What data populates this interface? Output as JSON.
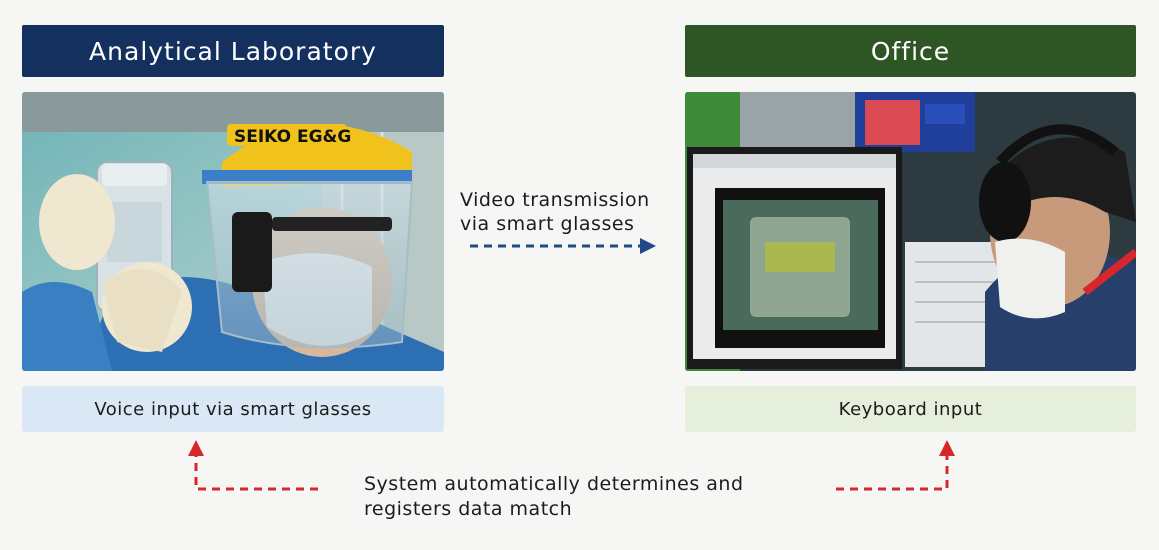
{
  "lab": {
    "title": "Analytical Laboratory",
    "caption": "Voice input via smart glasses",
    "helmet_text": "SEIKO EG&G",
    "header_color": "#14305e",
    "caption_color": "#d9e8f4"
  },
  "office": {
    "title": "Office",
    "caption": "Keyboard input",
    "header_color": "#2e5524",
    "caption_color": "#e6efdb"
  },
  "transmission": {
    "line1": "Video transmission",
    "line2": "via smart glasses",
    "arrow_color": "#1f4a86"
  },
  "data_match": {
    "line1": "System automatically determines and",
    "line2": "registers data match",
    "arrow_color": "#d8272b"
  }
}
